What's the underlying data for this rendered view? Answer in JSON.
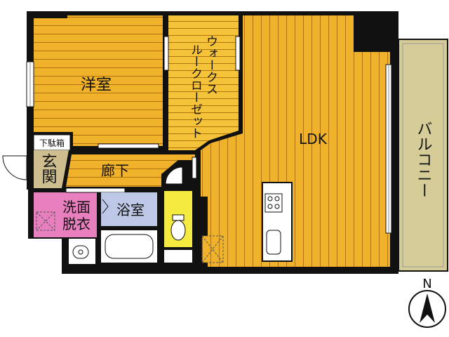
{
  "rooms": {
    "western_room": "洋室",
    "walk_in_closet": "ウォークスルークローゼット",
    "ldk": "LDK",
    "balcony": "バルコニー",
    "shoe_box": "下駄箱",
    "entrance": "玄関",
    "hallway": "廊下",
    "washroom": "洗面脱衣",
    "bathroom": "浴室"
  },
  "compass": {
    "north": "N"
  },
  "colors": {
    "wall": "#111111",
    "wood_floor": "#f0b22a",
    "wood_line": "#b0730d",
    "closet": "#f5c33a",
    "balcony": "#d6cc98",
    "washroom": "#e87fbe",
    "bathroom": "#bcc8e6",
    "entrance": "#cdbd8f",
    "toilet": "#f5ea40"
  }
}
